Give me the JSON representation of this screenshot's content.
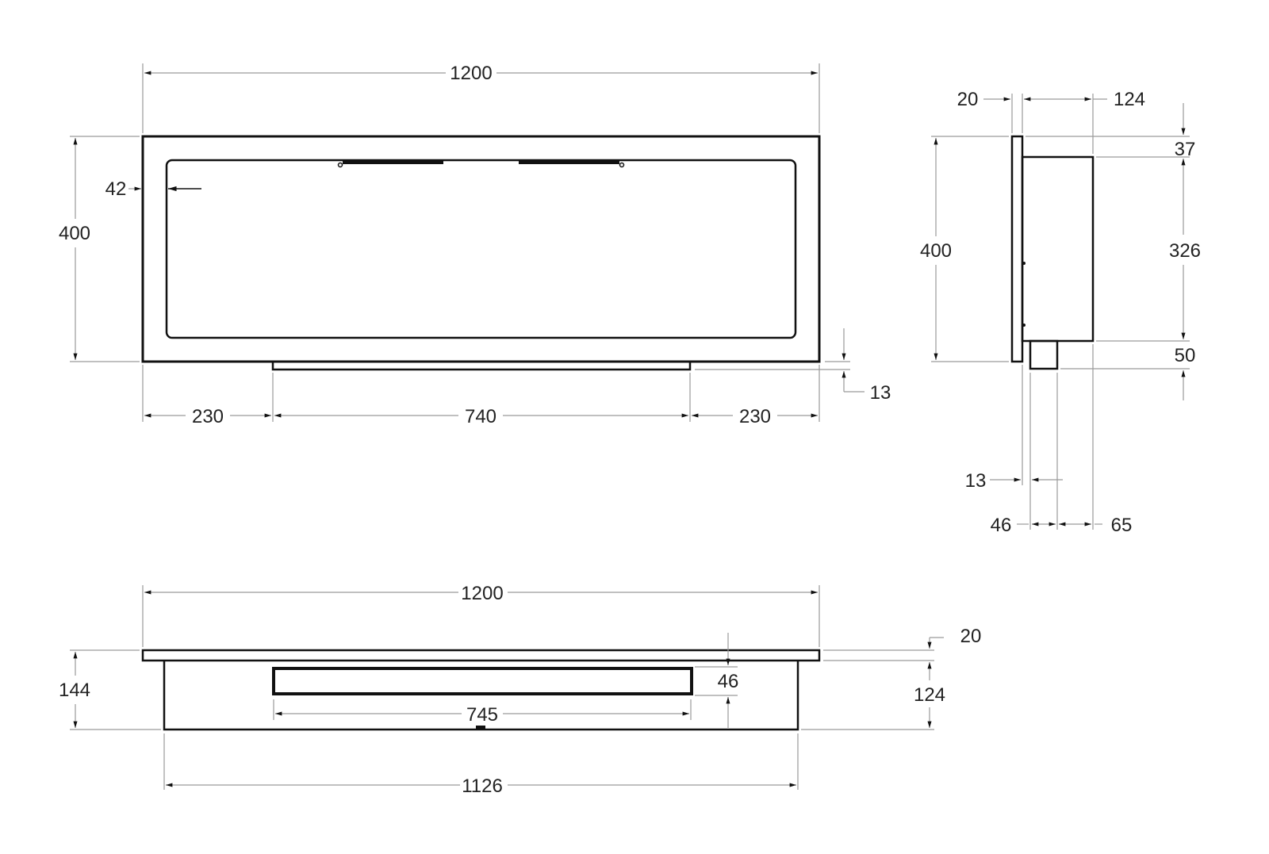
{
  "drawing": {
    "views": {
      "front": {
        "dimensions": {
          "overall_width": "1200",
          "overall_height": "400",
          "frame_inset": "42",
          "left_offset": "230",
          "center_width": "740",
          "right_offset": "230",
          "bottom_protrusion": "13"
        }
      },
      "side": {
        "dimensions": {
          "panel_thickness": "20",
          "body_depth": "124",
          "top_offset": "37",
          "overall_height": "400",
          "body_height": "326",
          "bottom_offset": "50",
          "gap": "13",
          "spout_width": "46",
          "rear_offset": "65"
        }
      },
      "top": {
        "dimensions": {
          "overall_width": "1200",
          "overall_depth": "144",
          "slot_depth": "46",
          "slot_width": "745",
          "body_width": "1126",
          "panel_thickness": "20",
          "body_depth": "124"
        }
      }
    },
    "colors": {
      "outline": "#111111",
      "dimension_line": "#9a9a9a",
      "text": "#222222",
      "background": "#ffffff"
    }
  }
}
